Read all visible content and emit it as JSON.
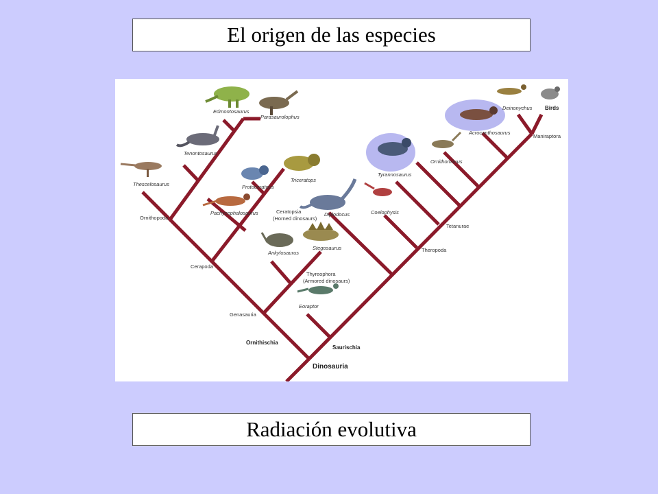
{
  "slide": {
    "title": "El origen de las especies",
    "footer": "Radiación evolutiva",
    "background_color": "#ccccfe",
    "branch_color": "#8b1a2a",
    "highlight_color": "#b8b8f0"
  },
  "tree": {
    "taxa": {
      "edmontosaurus": "Edmontosaurus",
      "parasaurolophus": "Parasaurolophus",
      "tenontosaurus": "Tenontosaurus",
      "thescelosaurus": "Thescelosaurus",
      "protoceratops": "Protoceratops",
      "triceratops": "Triceratops",
      "pachycephalosaurus": "Pachycephalosaurus",
      "ankylosaurus": "Ankylosaurus",
      "stegosaurus": "Stegosaurus",
      "diplodocus": "Diplodocus",
      "eoraptor": "Eoraptor",
      "coelophysis": "Coelophysis",
      "tyrannosaurus": "Tyrannosaurus",
      "ornithomimus": "Ornithomimus",
      "acrocanthosaurus": "Acrocanthosaurus",
      "deinonychus": "Deinonychus",
      "birds": "Birds"
    },
    "clades": {
      "ornithopoda": "Ornithopoda",
      "ceratopsia": "Ceratopsia",
      "ceratopsia_note": "(Horned dinosaurs)",
      "cerapoda": "Cerapoda",
      "thyreophora": "Thyreophora",
      "thyreophora_note": "(Armored dinosaurs)",
      "genasauria": "Genasauria",
      "ornithischia": "Ornithischia",
      "saurischia": "Saurischia",
      "dinosauria": "Dinosauria",
      "theropoda": "Theropoda",
      "tetanurae": "Tetanurae",
      "maniraptora": "Maniraptora"
    }
  }
}
